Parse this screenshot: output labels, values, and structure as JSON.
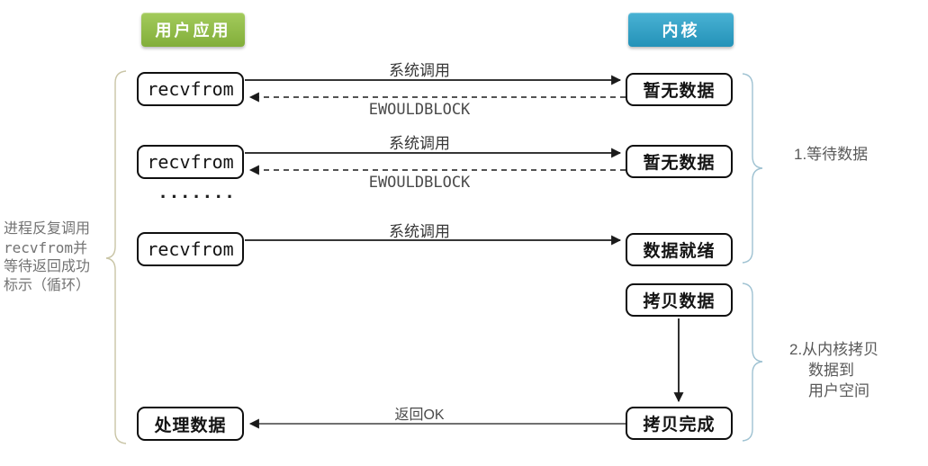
{
  "colors": {
    "user_header_top": "#a3cb5c",
    "user_header_bottom": "#82ae3a",
    "kernel_header_top": "#49b2d4",
    "kernel_header_bottom": "#2492b8",
    "line_color": "#1a1a1a",
    "brace_left": "#c9c5a6",
    "brace_right": "#9fc2d2",
    "label_text": "#383838",
    "note_text": "#737373",
    "phase_text": "#595959"
  },
  "headers": {
    "user_app": "用户应用",
    "kernel": "内核"
  },
  "user_column": {
    "recvfrom_1": "recvfrom",
    "recvfrom_2": "recvfrom",
    "dots": "·······",
    "recvfrom_3": "recvfrom",
    "process_data": "处理数据"
  },
  "kernel_column": {
    "no_data_1": "暂无数据",
    "no_data_2": "暂无数据",
    "data_ready": "数据就绪",
    "copy_data": "拷贝数据",
    "copy_done": "拷贝完成"
  },
  "arrow_labels": {
    "syscall_1": "系统调用",
    "ewouldblock_1": "EWOULDBLOCK",
    "syscall_2": "系统调用",
    "ewouldblock_2": "EWOULDBLOCK",
    "syscall_3": "系统调用",
    "return_ok": "返回OK"
  },
  "annotations": {
    "left_note_lines": [
      "进程反复调用",
      "recvfrom并",
      "等待返回成功",
      "标示（循环）"
    ],
    "phase_1": "1.等待数据",
    "phase_2_lines": [
      "2.从内核拷贝",
      "数据到",
      "用户空间"
    ]
  }
}
